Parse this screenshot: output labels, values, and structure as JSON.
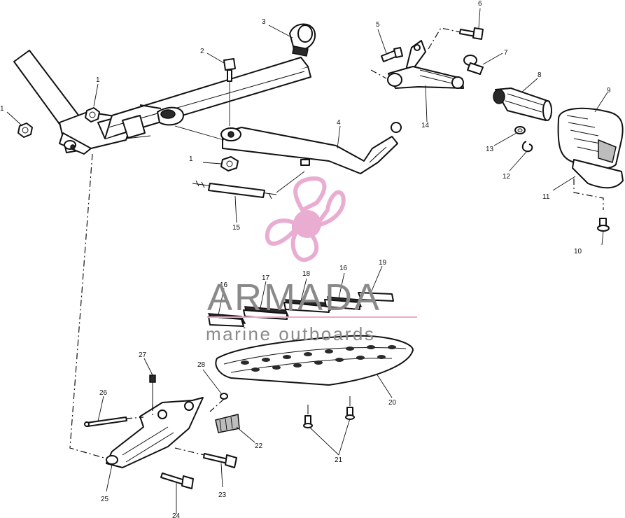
{
  "watermark": {
    "brand": "ARMADA",
    "tagline": "marine outboards",
    "logo_color": "#e8a9cf",
    "text_color": "#8a8a8a"
  },
  "callouts": [
    {
      "id": "c1a",
      "label": "1"
    },
    {
      "id": "c1b",
      "label": "1"
    },
    {
      "id": "c1c",
      "label": "1"
    },
    {
      "id": "c2",
      "label": "2"
    },
    {
      "id": "c3",
      "label": "3"
    },
    {
      "id": "c4",
      "label": "4"
    },
    {
      "id": "c5",
      "label": "5"
    },
    {
      "id": "c6",
      "label": "6"
    },
    {
      "id": "c7",
      "label": "7"
    },
    {
      "id": "c8",
      "label": "8"
    },
    {
      "id": "c9",
      "label": "9"
    },
    {
      "id": "c10",
      "label": "10"
    },
    {
      "id": "c11",
      "label": "11"
    },
    {
      "id": "c12",
      "label": "12"
    },
    {
      "id": "c13",
      "label": "13"
    },
    {
      "id": "c14",
      "label": "14"
    },
    {
      "id": "c15",
      "label": "15"
    },
    {
      "id": "c16a",
      "label": "16"
    },
    {
      "id": "c16b",
      "label": "16"
    },
    {
      "id": "c17",
      "label": "17"
    },
    {
      "id": "c18",
      "label": "18"
    },
    {
      "id": "c19",
      "label": "19"
    },
    {
      "id": "c20",
      "label": "20"
    },
    {
      "id": "c21",
      "label": "21"
    },
    {
      "id": "c22",
      "label": "22"
    },
    {
      "id": "c23",
      "label": "23"
    },
    {
      "id": "c24",
      "label": "24"
    },
    {
      "id": "c25",
      "label": "25"
    },
    {
      "id": "c26",
      "label": "26"
    },
    {
      "id": "c27",
      "label": "27"
    },
    {
      "id": "c28",
      "label": "28"
    }
  ]
}
